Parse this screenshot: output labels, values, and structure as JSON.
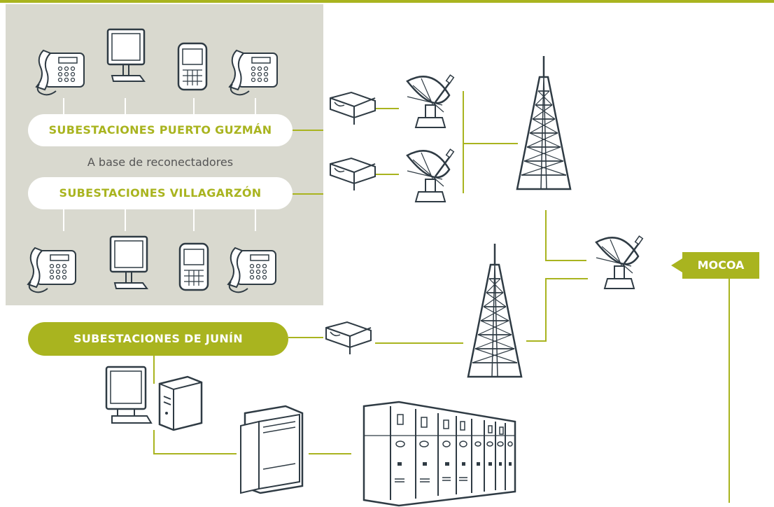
{
  "labels": {
    "puerto_guzman": "SUBESTACIONES PUERTO GUZMÁN",
    "subtitle": "A base de reconectadores",
    "villagarzon": "SUBESTACIONES VILLAGARZÓN",
    "junin": "SUBESTACIONES  DE JUNÍN",
    "mocoa": "MOCOA"
  },
  "colors": {
    "accent": "#a9b41f",
    "panel": "#d9d9cf",
    "stroke": "#2f3b44"
  }
}
